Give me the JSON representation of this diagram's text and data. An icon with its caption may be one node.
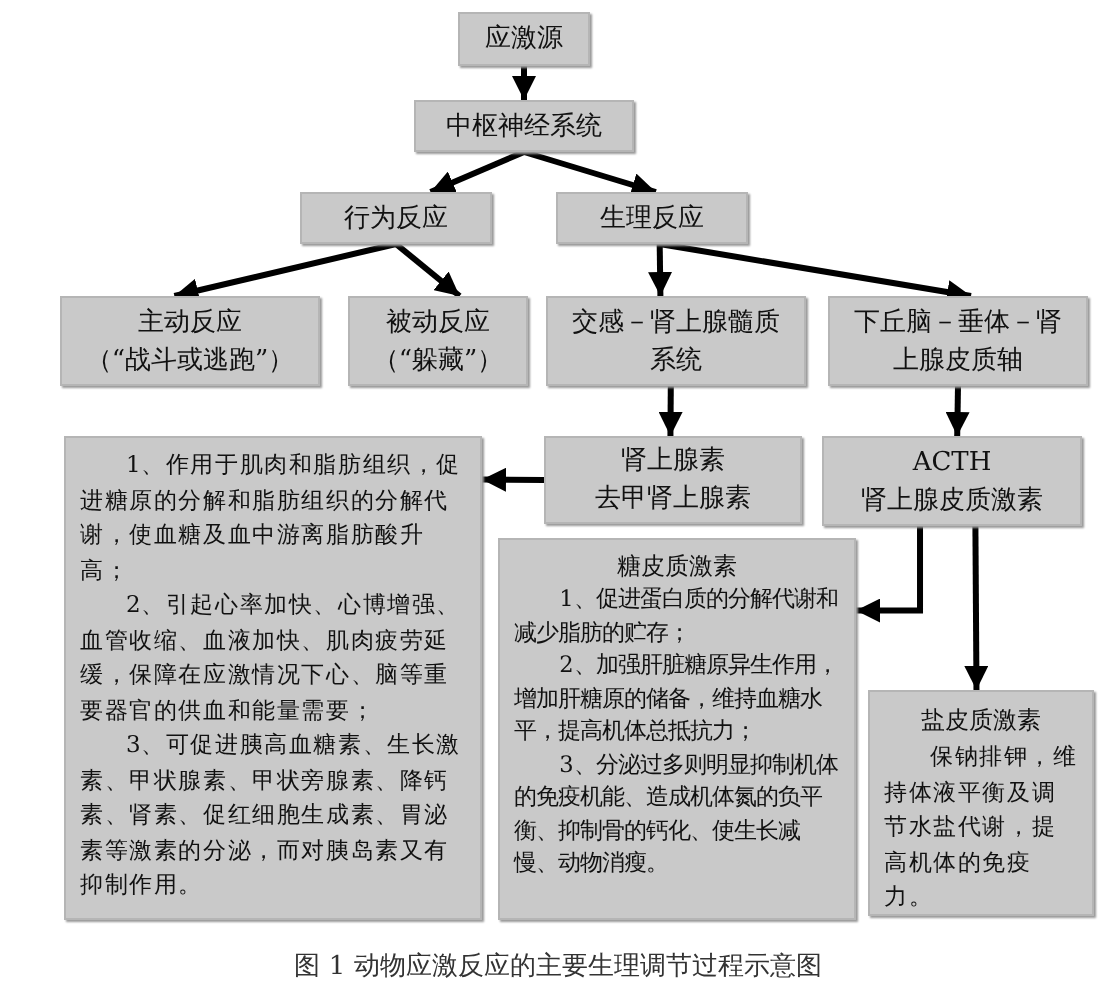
{
  "diagram": {
    "caption": "图 1 动物应激反应的主要生理调节过程示意图",
    "nodes": [
      {
        "text": [
          "应激源"
        ]
      },
      {
        "text": [
          "中枢神经系统"
        ]
      },
      {
        "text": [
          "行为反应"
        ]
      },
      {
        "text": [
          "生理反应"
        ]
      },
      {
        "text": [
          "主动反应",
          "（“战斗或逃跑”）"
        ]
      },
      {
        "text": [
          "被动反应",
          "（“躲藏”）"
        ]
      },
      {
        "text": [
          "交感－肾上腺髓质系统"
        ]
      },
      {
        "text": [
          "下丘脑－垂体－肾上腺皮质轴"
        ]
      },
      {
        "text": [
          "1、作用于肌肉和脂肪组织，促进糖原的分解和脂肪组织的分解代谢，使血糖及血中游离脂肪酸升高；",
          "2、引起心率加快、心博增强、血管收缩、血液加快、肌肉疲劳延缓，保障在应激情况下心、脑等重要器官的供血和能量需要；",
          "3、可促进胰高血糖素、生长激素、甲状腺素、甲状旁腺素、降钙素、肾素、促红细胞生成素、胃泌素等激素的分泌，而对胰岛素又有抑制作用。"
        ]
      },
      {
        "text": [
          "肾上腺素",
          "去甲肾上腺素"
        ]
      },
      {
        "text": [
          "ACTH",
          "肾上腺皮质激素"
        ]
      },
      {
        "text": [
          "糖皮质激素",
          "1、促进蛋白质的分解代谢和减少脂肪的贮存；",
          "2、加强肝脏糖原异生作用，增加肝糖原的储备，维持血糖水平，提高机体总抵抗力；",
          "3、分泌过多则明显抑制机体的免疫机能、造成机体氮的负平衡、抑制骨的钙化、使生长减慢、动物消瘦。"
        ]
      },
      {
        "text": [
          "盐皮质激素",
          "保钠排钾，维持体液平衡及调节水盐代谢，提高机体的免疫力。"
        ]
      }
    ],
    "edges": [
      {
        "from": 0,
        "to": 1,
        "arrow": "to"
      },
      {
        "from": 1,
        "to": 2,
        "arrow": "to"
      },
      {
        "from": 1,
        "to": 3,
        "arrow": "to"
      },
      {
        "from": 2,
        "to": 4,
        "arrow": "to"
      },
      {
        "from": 2,
        "to": 5,
        "arrow": "to"
      },
      {
        "from": 3,
        "to": 6,
        "arrow": "to"
      },
      {
        "from": 3,
        "to": 7,
        "arrow": "to"
      },
      {
        "from": 6,
        "to": 9,
        "arrow": "to"
      },
      {
        "from": 7,
        "to": 10,
        "arrow": "to"
      },
      {
        "from": 9,
        "to": 8,
        "arrow": "to"
      },
      {
        "from": 10,
        "to": 11,
        "arrow": "to"
      },
      {
        "from": 10,
        "to": 12,
        "arrow": "to"
      }
    ]
  }
}
